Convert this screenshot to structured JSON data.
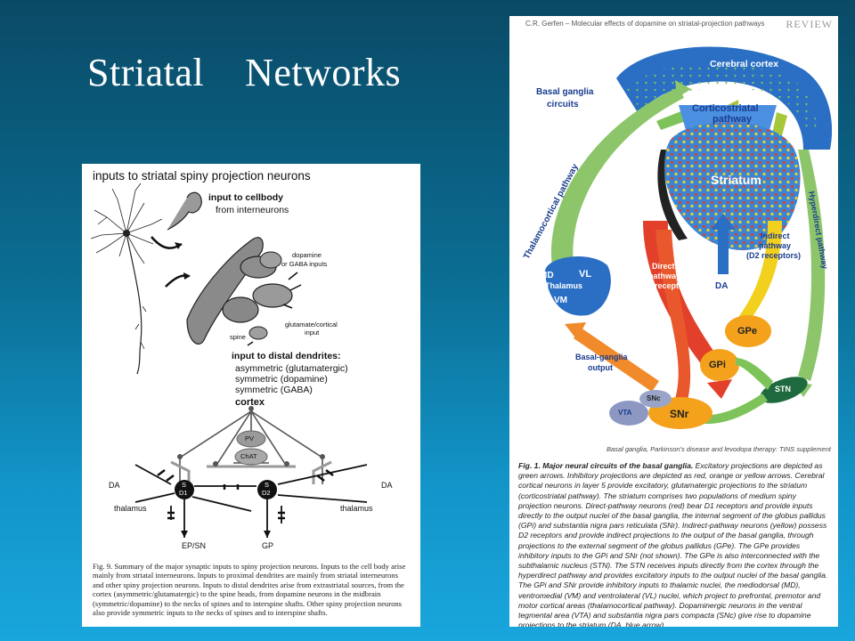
{
  "slide": {
    "title": "Striatal    Networks"
  },
  "left_figure": {
    "heading": "inputs to striatal spiny projection neurons",
    "cellbody_label": "input to cellbody",
    "cellbody_sub": "from interneurons",
    "dopamine_label_1": "dopamine",
    "dopamine_label_2": "or GABA inputs",
    "glutamate_label_1": "glutamate/cortical",
    "glutamate_label_2": "input",
    "spine_label": "spine",
    "distal_label": "input to distal dendrites:",
    "distal_items": [
      "asymmetric (glutamatergic)",
      "symmetric (dopamine)",
      "symmetric (GABA)"
    ],
    "circuit": {
      "cortex": "cortex",
      "pv": "PV",
      "chat": "ChAT",
      "d1_s": "S",
      "d1": "D1",
      "d2_s": "S",
      "d2": "D2",
      "da_left": "DA",
      "da_right": "DA",
      "thalamus_left": "thalamus",
      "thalamus_right": "thalamus",
      "ep_sn": "EP/SN",
      "gp": "GP"
    },
    "caption": "Fig. 9. Summary of the major synaptic inputs to spiny projection neurons. Inputs to the cell body arise mainly from striatal interneurons. Inputs to proximal dendrites are mainly from striatal interneurons and other spiny projection neurons. Inputs to distal dendrites arise from extrastriatal sources, from the cortex (asymmetric/glutamatergic) to the spine heads, from dopamine neurons in the midbrain (symmetric/dopamine) to the necks of spines and to interspine shafts. Other spiny projection neurons also provide symmetric inputs to the necks of spines and to interspine shafts."
  },
  "right_figure": {
    "header": "C.R. Gerfen – Molecular effects of dopamine on striatal-projection pathways",
    "review": "REVIEW",
    "labels": {
      "cerebral_cortex": "Cerebral cortex",
      "basal_ganglia_circuits_1": "Basal ganglia",
      "basal_ganglia_circuits_2": "circuits",
      "corticostriatal_1": "Corticostriatal",
      "corticostriatal_2": "pathway",
      "striatum": "Striatum",
      "thalamocortical": "Thalamocortical pathway",
      "hyperdirect": "Hyperdirect pathway",
      "indirect_1": "Indirect",
      "indirect_2": "pathway",
      "indirect_3": "(D2 receptors)",
      "direct_1": "Direct",
      "direct_2": "pathway",
      "direct_3": "(D1 receptors)",
      "md": "MD",
      "vl": "VL",
      "thalamus": "Thalamus",
      "vm": "VM",
      "da": "DA",
      "gpe": "GPe",
      "gpi": "GPi",
      "bg_output_1": "Basal-ganglia",
      "bg_output_2": "output",
      "stn": "STN",
      "snc": "SNc",
      "vta": "VTA",
      "snr": "SNr"
    },
    "supplement": "Basal ganglia, Parkinson's disease and levodopa therapy: TINS supplement",
    "caption_title": "Fig. 1. Major neural circuits of the basal ganglia.",
    "caption_body": " Excitatory projections are depicted as green arrows. Inhibitory projections are depicted as red, orange or yellow arrows. Cerebral cortical neurons in layer 5 provide excitatory, glutamatergic projections to the striatum (corticostriatal pathway). The striatum comprises two populations of medium spiny projection neurons. Direct-pathway neurons (red) bear D1 receptors and provide inputs directly to the output nuclei of the basal ganglia, the internal segment of the globus pallidus (GPi) and substantia nigra pars reticulata (SNr). Indirect-pathway neurons (yellow) possess D2 receptors and provide indirect projections to the output of the basal ganglia, through projections to the external segment of the globus pallidus (GPe). The GPe provides inhibitory inputs to the GPi and SNr (not shown). The GPe is also interconnected with the subthalamic nucleus (STN). The STN receives inputs directly from the cortex through the hyperdirect pathway and provides excitatory inputs to the output nuclei of the basal ganglia. The GPi and SNr provide inhibitory inputs to thalamic nuclei, the mediodorsal (MD), ventromedial (VM) and ventrolateral (VL) nuclei, which project to prefrontal, premotor and motor cortical areas (thalamocortical pathway). Dopaminergic neurons in the ventral tegmental area (VTA) and substantia nigra pars compacta (SNc) give rise to dopamine projections to the striatum (DA, blue arrow)."
  },
  "colors": {
    "background_top": "#0a4a66",
    "background_bottom": "#19a6dc",
    "cortex_blue": "#2a6fc4",
    "striatum_blue": "#3a86d6",
    "excitatory_green": "#7ec35a",
    "direct_red": "#e2402a",
    "indirect_yellow": "#f2d01e",
    "gpe_orange": "#f4a21c",
    "stn_green": "#1e6a3e"
  }
}
